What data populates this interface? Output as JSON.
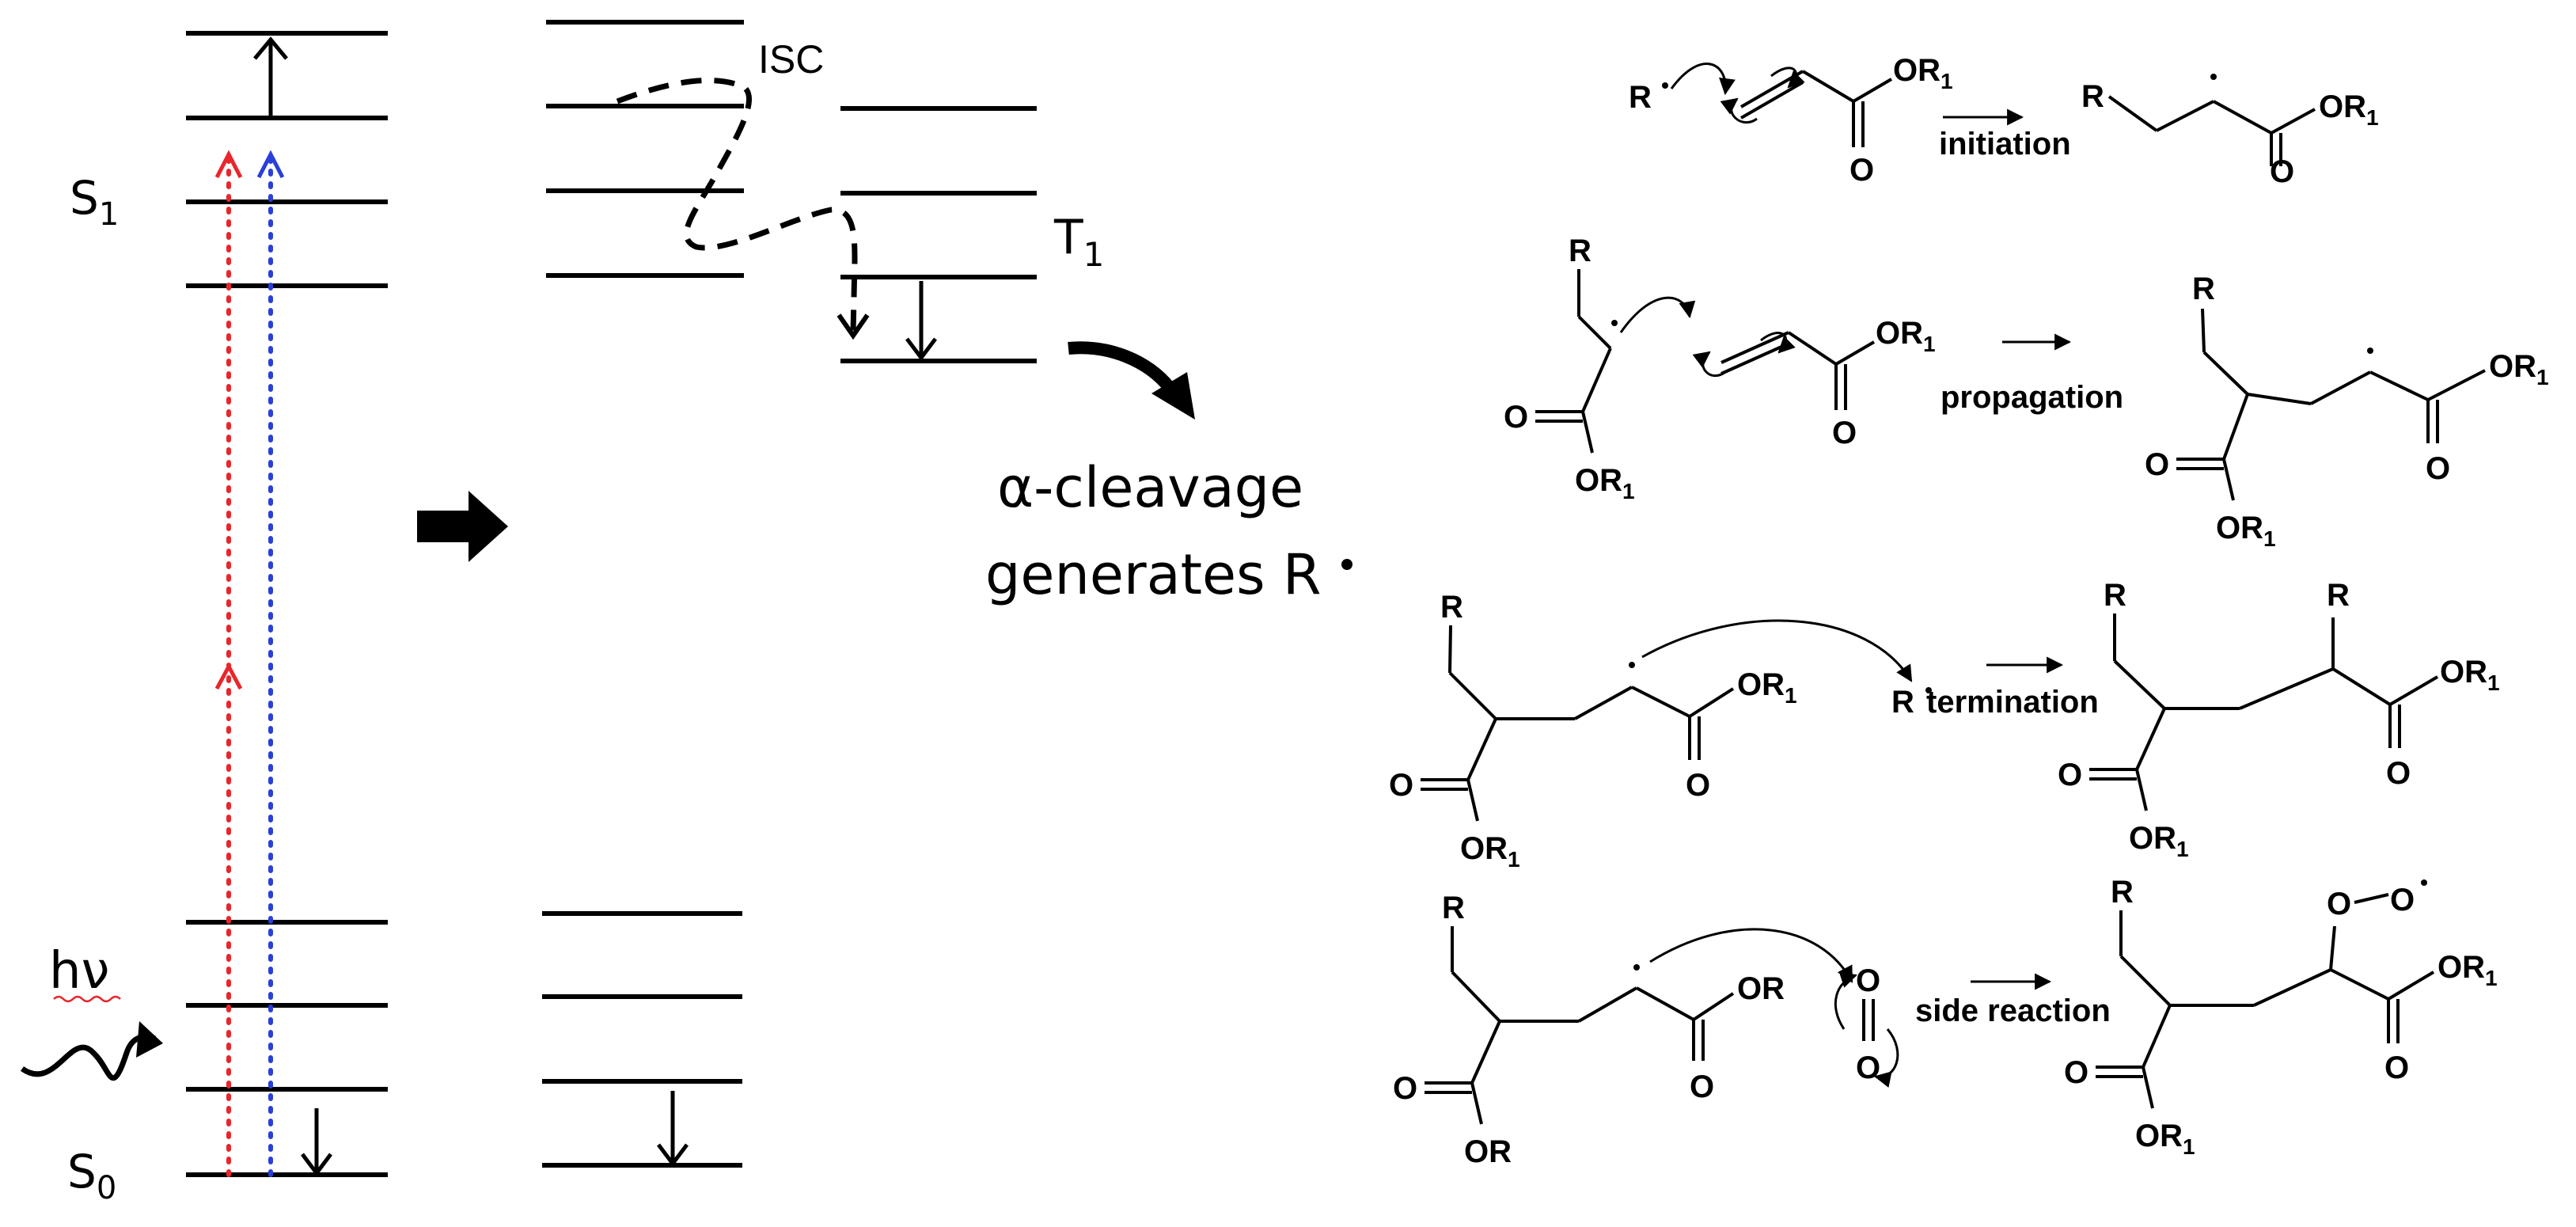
{
  "jablonski": {
    "s1_label": "S",
    "s1_sub": "1",
    "s0_label": "S",
    "s0_sub": "0",
    "t1_label": "T",
    "t1_sub": "1",
    "isc_label": "ISC",
    "hv_label": "hν",
    "cleavage_line1": "α-cleavage",
    "cleavage_line2": "generates R",
    "colors": {
      "red_path": "#e8262b",
      "blue_path": "#2a3fd8",
      "lines": "#000000"
    }
  },
  "reactions": {
    "atoms": {
      "R": "R",
      "O": "O",
      "OR1": "OR",
      "OR": "OR",
      "sub1": "1"
    },
    "steps": [
      {
        "label": "initiation"
      },
      {
        "label": "propagation"
      },
      {
        "label": "termination"
      },
      {
        "label": "side reaction"
      }
    ]
  }
}
